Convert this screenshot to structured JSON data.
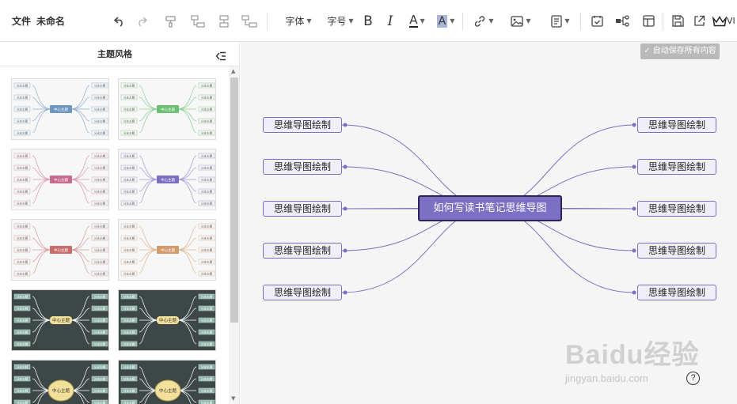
{
  "toolbar": {
    "file_label": "文件",
    "doc_title": "未命名",
    "font_label": "字体",
    "size_label": "字号",
    "bold_label": "B",
    "italic_label": "I",
    "font_color_label": "A",
    "highlight_label": "A",
    "vip_label": "VI"
  },
  "sidebar": {
    "title": "主题风格",
    "themes": [
      {
        "bg": "#f7f7f7",
        "center": "#6e96c0",
        "line": "#8fb0d3",
        "center_label": "中心主题",
        "branch_label": "分支主题"
      },
      {
        "bg": "#f7f7f7",
        "center": "#6cbf74",
        "line": "#8ccf92",
        "center_label": "中心主题",
        "branch_label": "分支主题"
      },
      {
        "bg": "#f7f7f7",
        "center": "#c76a8f",
        "line": "#d99ab2",
        "center_label": "中心主题",
        "branch_label": "分支主题"
      },
      {
        "bg": "#f7f7f7",
        "center": "#7a6fc0",
        "line": "#a39ad6",
        "center_label": "中心主题",
        "branch_label": "分支主题"
      },
      {
        "bg": "#f7f7f7",
        "center": "#c96c6c",
        "line": "#d89c9c",
        "center_label": "中心主题",
        "branch_label": "分支主题"
      },
      {
        "bg": "#f7f7f7",
        "center": "#d39a6a",
        "line": "#e0b890",
        "center_label": "中心主题",
        "branch_label": "分支主题"
      },
      {
        "bg": "#3e4747",
        "center": "#f1df9a",
        "line": "#ffffff",
        "center_label": "中心主题",
        "branch_label": "分支主题"
      },
      {
        "bg": "#3e4747",
        "center": "#f1df9a",
        "line": "#ffffff",
        "center_label": "中心主题",
        "branch_label": "分支主题"
      },
      {
        "bg": "#3e4747",
        "center": "#f1df9a",
        "line": "#ffffff",
        "center_label": "中心主题",
        "branch_label": "分支主题"
      },
      {
        "bg": "#3e4747",
        "center": "#f1df9a",
        "line": "#ffffff",
        "center_label": "中心主题",
        "branch_label": "分支主题"
      }
    ]
  },
  "canvas": {
    "autosave_label": "自动保存所有内容",
    "center_topic": "如何写读书笔记思维导图",
    "left_branches": [
      "思维导图绘制",
      "思维导图绘制",
      "思维导图绘制",
      "思维导图绘制",
      "思维导图绘制"
    ],
    "right_branches": [
      "思维导图绘制",
      "思维导图绘制",
      "思维导图绘制",
      "思维导图绘制",
      "思维导图绘制"
    ],
    "line_color": "#7a6fc0",
    "help_label": "?"
  },
  "watermark": {
    "brand": "Baidu经验",
    "url": "jingyan.baidu.com"
  }
}
